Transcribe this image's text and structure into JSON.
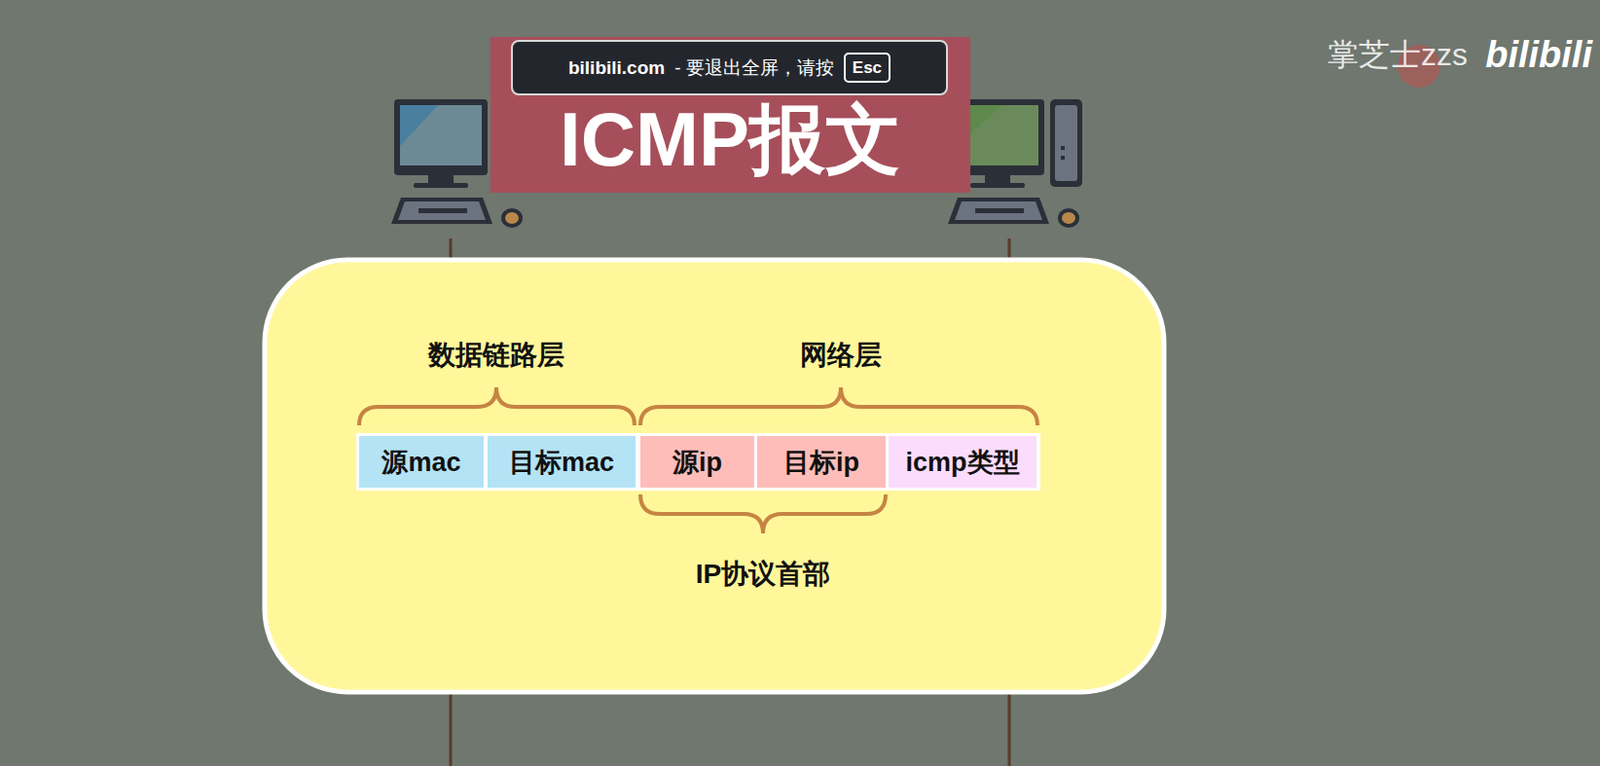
{
  "diagram": {
    "title": "ICMP报文",
    "nodes": [
      {
        "text": [
          "bilibili.com",
          "- 要退出全屏，请按"
        ]
      },
      {
        "text": [
          "Esc"
        ],
        "in": 0
      },
      {
        "text": [
          "源mac"
        ]
      },
      {
        "text": [
          "目标mac"
        ]
      },
      {
        "text": [
          "源ip"
        ]
      },
      {
        "text": [
          "目标ip"
        ]
      },
      {
        "text": [
          "icmp类型"
        ]
      }
    ],
    "labels": [
      "数据链路层",
      "网络层",
      "IP协议首部",
      "掌芝士zzs",
      "bilibili"
    ]
  }
}
